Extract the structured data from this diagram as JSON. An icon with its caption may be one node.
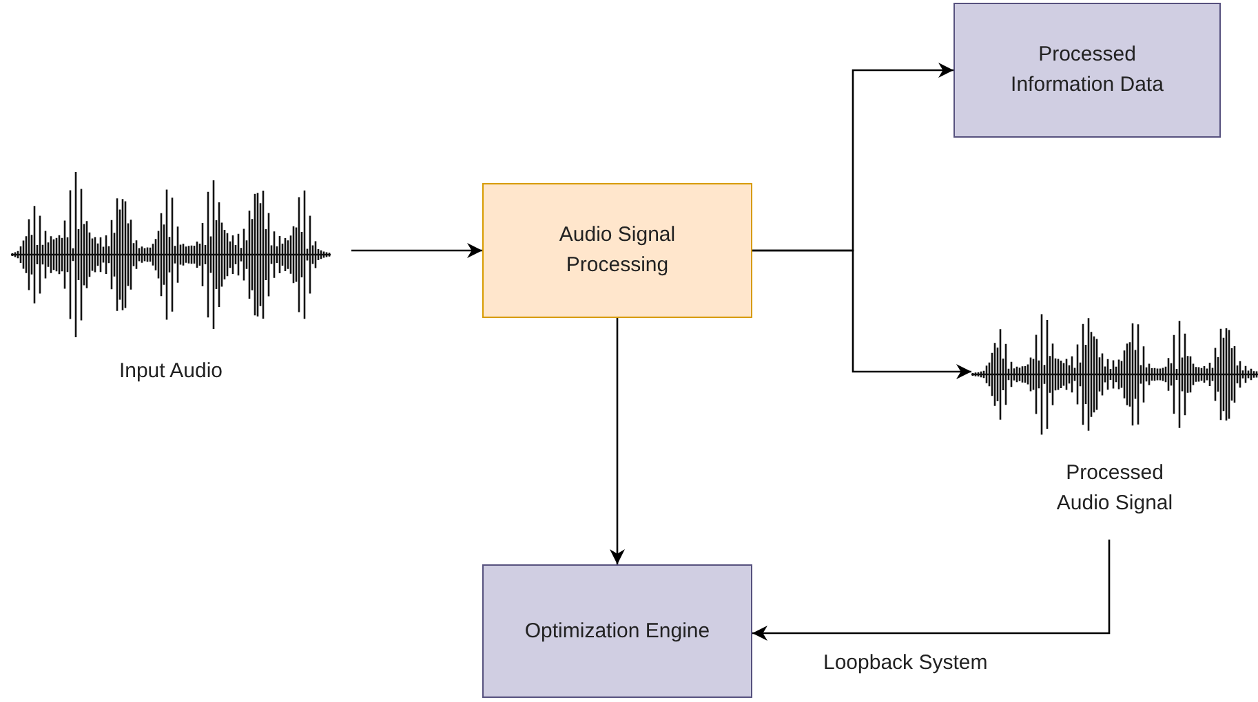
{
  "diagram": {
    "nodes": [
      {
        "text": [
          "Input Audio"
        ]
      },
      {
        "text": [
          "Audio Signal Processing"
        ]
      },
      {
        "text": [
          "Processed Information Data"
        ]
      },
      {
        "text": [
          "Processed Audio Signal"
        ]
      },
      {
        "text": [
          "Optimization Engine"
        ]
      }
    ],
    "edges": [
      {
        "from": 0,
        "to": 1,
        "arrow": "to"
      },
      {
        "from": 1,
        "to": 2,
        "arrow": "to"
      },
      {
        "from": 1,
        "to": 3,
        "arrow": "to"
      },
      {
        "from": 1,
        "to": 4,
        "arrow": "to"
      },
      {
        "from": 3,
        "to": 4,
        "arrow": "to",
        "label": "Loopback System"
      }
    ]
  }
}
